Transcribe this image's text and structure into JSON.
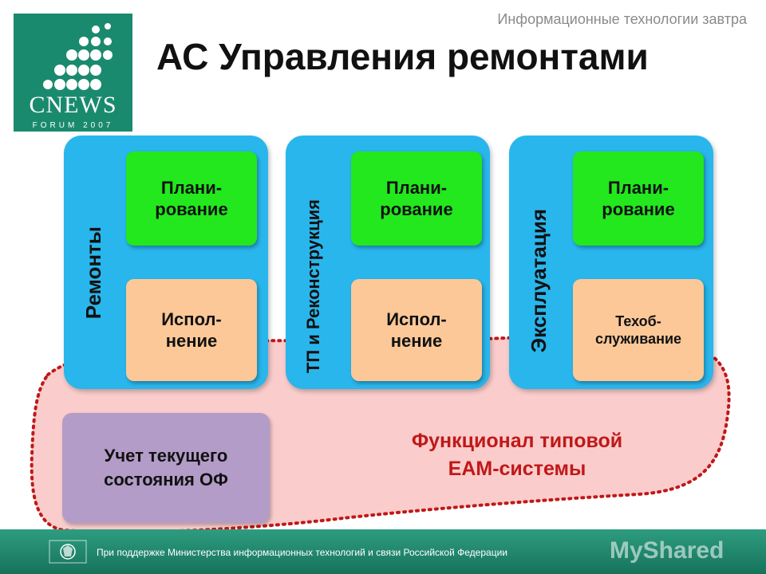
{
  "header": {
    "tagline": "Информационные технологии завтра",
    "title": "АС Управления ремонтами"
  },
  "logo": {
    "name": "CNEWS",
    "sub": "FORUM 2007",
    "color": "#1a8a6e"
  },
  "columns": [
    {
      "label": "Ремонты",
      "plan": "Плани-\nрование",
      "exec": "Испол-\nнение"
    },
    {
      "label": "ТП и Реконструкция",
      "plan": "Плани-\nрование",
      "exec": "Испол-\nнение"
    },
    {
      "label": "Эксплуатация",
      "plan": "Плани-\nрование",
      "exec": "Техоб-\nслуживание"
    }
  ],
  "status_box": "Учет текущего\nсостояния ОФ",
  "eam": {
    "label": "Функционал типовой\nEAM-системы",
    "color": "#c01818"
  },
  "footer": {
    "text": "При поддержке Министерства информационных технологий и связи Российской Федерации",
    "watermark": "MyShared"
  },
  "colors": {
    "column": "#29b6ec",
    "planning": "#22e81d",
    "execution": "#fcc898",
    "status": "#b39cc8",
    "eam_fill": "#f9c6c6"
  }
}
